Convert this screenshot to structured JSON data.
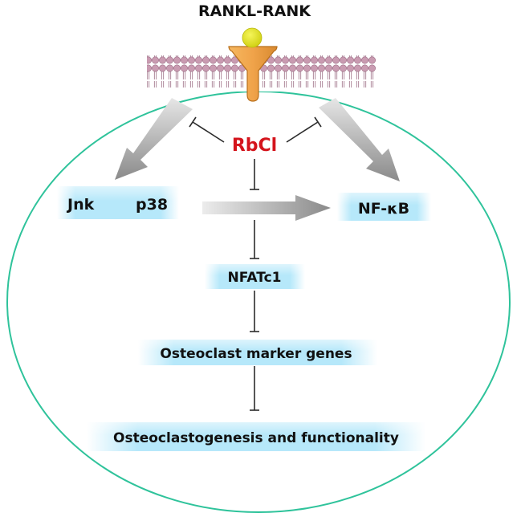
{
  "title": "RANKL-RANK",
  "inhibitor": "RbCl",
  "nodes": {
    "jnk": "Jnk",
    "p38": "p38",
    "nfkb": "NF-κB",
    "nfatc1": "NFATc1",
    "marker_genes": "Osteoclast marker genes",
    "outcome": "Osteoclastogenesis and functionality"
  },
  "colors": {
    "cell_outline": "#2fc39b",
    "inhibitor_text": "#d4141c",
    "box_center": "#b6e8fa",
    "box_edge": "#ffffff",
    "membrane": "#c79ab0",
    "receptor": "#f0a34a",
    "ligand": "#e3e21f",
    "arrow": "#8c8c8c",
    "inhibit_line": "#2b2b2b"
  }
}
